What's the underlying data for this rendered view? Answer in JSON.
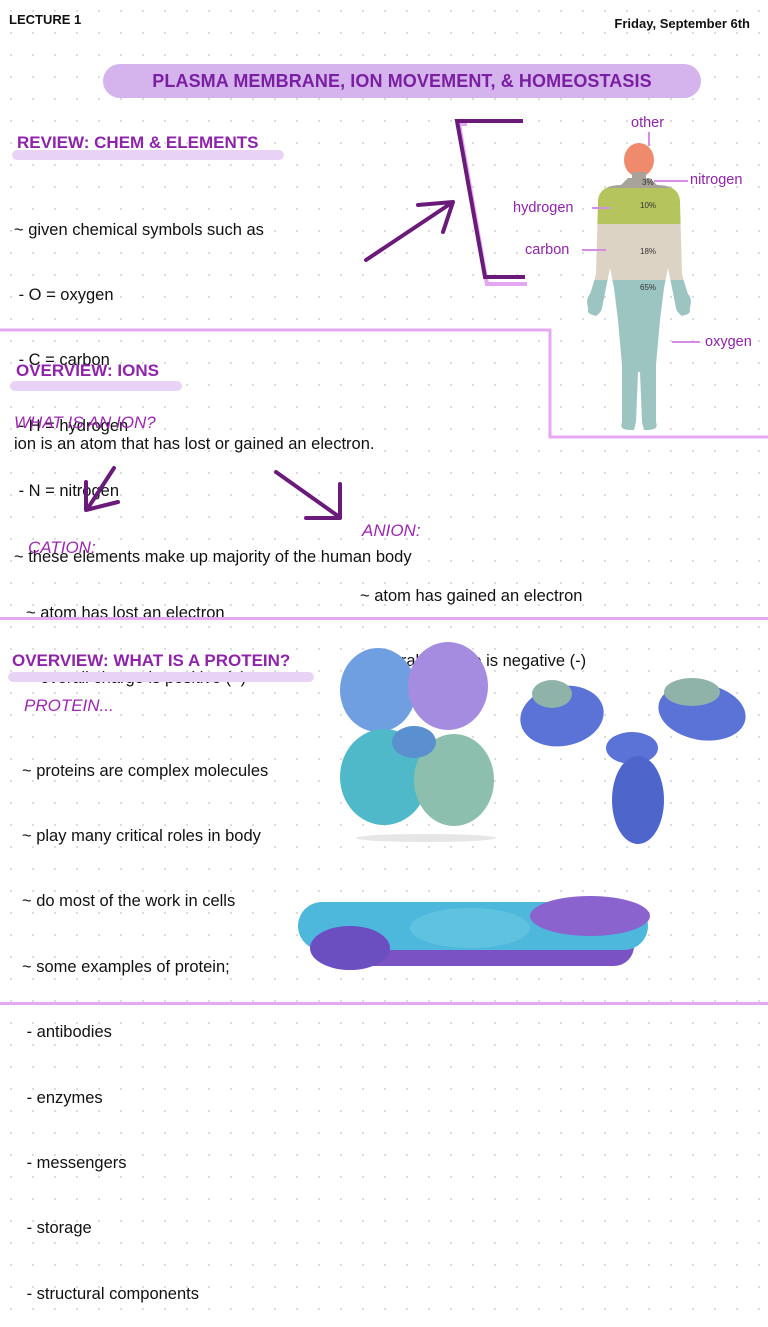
{
  "header": {
    "lecture": "LECTURE 1",
    "date": "Friday, September 6th",
    "title": "PLASMA MEMBRANE, ION MOVEMENT, & HOMEOSTASIS"
  },
  "review": {
    "heading": "REVIEW: CHEM & ELEMENTS",
    "lines": [
      "~ given chemical symbols such as",
      " - O = oxygen",
      " - C = carbon",
      " - H = hydrogen",
      " - N = nitrogen",
      "~ these elements make up majority of the human body"
    ]
  },
  "body_figure": {
    "labels": {
      "other": "other",
      "nitrogen": "nitrogen",
      "hydrogen": "hydrogen",
      "carbon": "carbon",
      "oxygen": "oxygen"
    },
    "percent": {
      "nitrogen": "3%",
      "hydrogen": "10%",
      "carbon": "18%",
      "oxygen": "65%"
    },
    "colors": {
      "head": "#ef8b6c",
      "nitrogen": "#a7a39b",
      "hydrogen": "#b5c45c",
      "carbon": "#dcd3c4",
      "oxygen": "#9cc4c0",
      "label": "#8e24aa"
    }
  },
  "ions": {
    "heading": "OVERVIEW: IONS",
    "question": "WHAT IS AN ION?",
    "definition": "ion is an atom that has lost or gained an electron.",
    "cation": {
      "title": "CATION:",
      "lines": [
        "~ atom has lost an electron",
        "~ overall charge is positive (+)"
      ]
    },
    "anion": {
      "title": "ANION:",
      "lines": [
        "~ atom has gained an electron",
        "~ overall change is negative (-)"
      ]
    }
  },
  "protein": {
    "heading": "OVERVIEW: WHAT IS A PROTEIN?",
    "subtitle": "PROTEIN...",
    "lines": [
      "~ proteins are complex molecules",
      "~ play many critical roles in body",
      "~ do most of the work in cells",
      "~ some examples of protein;",
      " - antibodies",
      " - enzymes",
      " - messengers",
      " - storage",
      " - structural components"
    ]
  },
  "accent_colors": {
    "purple": "#8e24aa",
    "pill": "#d5b3ec",
    "highlight": "#e8d2f5",
    "divider": "#e6a8f2",
    "arrow": "#6a1b7a"
  }
}
